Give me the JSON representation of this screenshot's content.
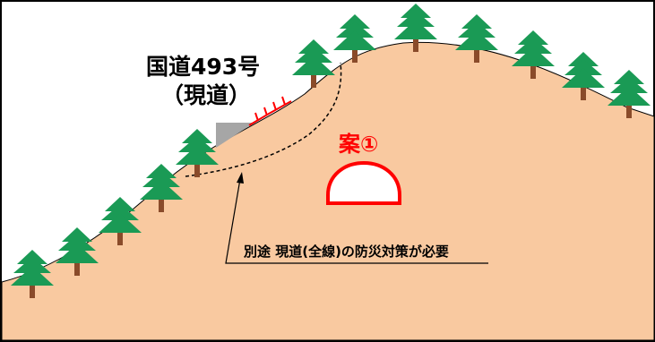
{
  "road": {
    "name": "国道493号",
    "status": "（現道）"
  },
  "plan": {
    "label": "案①"
  },
  "note": {
    "text": "別途 現道(全線)の防災対策が必要"
  },
  "colors": {
    "frame": "#000000",
    "mountain": "#f9c9a0",
    "tree_foliage": "#1a9a55",
    "tree_trunk": "#8a4b2a",
    "tunnel_outline": "#ff0000",
    "retaining_wall": "#a6a6a6",
    "road_marks": "#ff0000"
  }
}
